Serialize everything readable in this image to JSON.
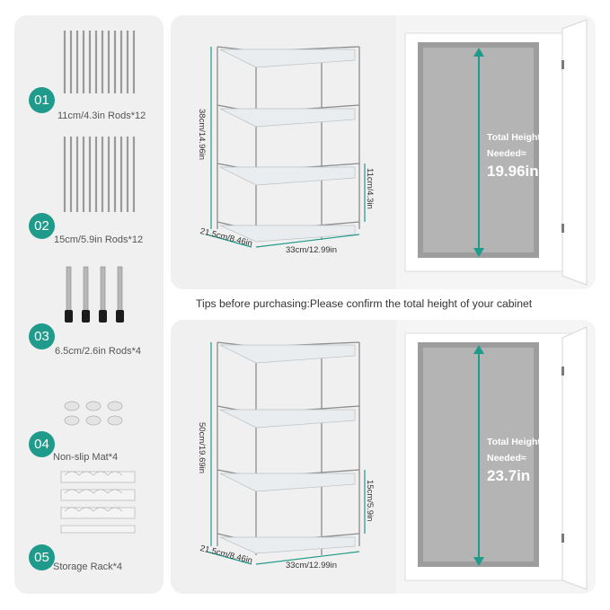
{
  "accessories": [
    {
      "number": "01",
      "label": "11cm/4.3in Rods*12"
    },
    {
      "number": "02",
      "label": "15cm/5.9in Rods*12"
    },
    {
      "number": "03",
      "label": "6.5cm/2.6in Rods*4"
    },
    {
      "number": "04",
      "label": "Non-slip Mat*4"
    },
    {
      "number": "05",
      "label": "Storage Rack*4"
    }
  ],
  "tips": "Tips before purchasing:Please confirm the total height of your cabinet",
  "panels": [
    {
      "height_dim": "38cm/14.96in",
      "tier_dim": "11cm/4.3in",
      "depth_dim": "21.5cm/8.46in",
      "width_dim": "33cm/12.99in",
      "total_label_line1": "Total Height",
      "total_label_line2": "Needed≈",
      "total_value": "19.96in"
    },
    {
      "height_dim": "50cm/19.69in",
      "tier_dim": "15cm/5.9in",
      "depth_dim": "21.5cm/8.46in",
      "width_dim": "33cm/12.99in",
      "total_label_line1": "Total Height",
      "total_label_line2": "Needed≈",
      "total_value": "23.7in"
    }
  ],
  "colors": {
    "accent": "#1f9a8b",
    "panel_bg": "#f0f0f0"
  }
}
